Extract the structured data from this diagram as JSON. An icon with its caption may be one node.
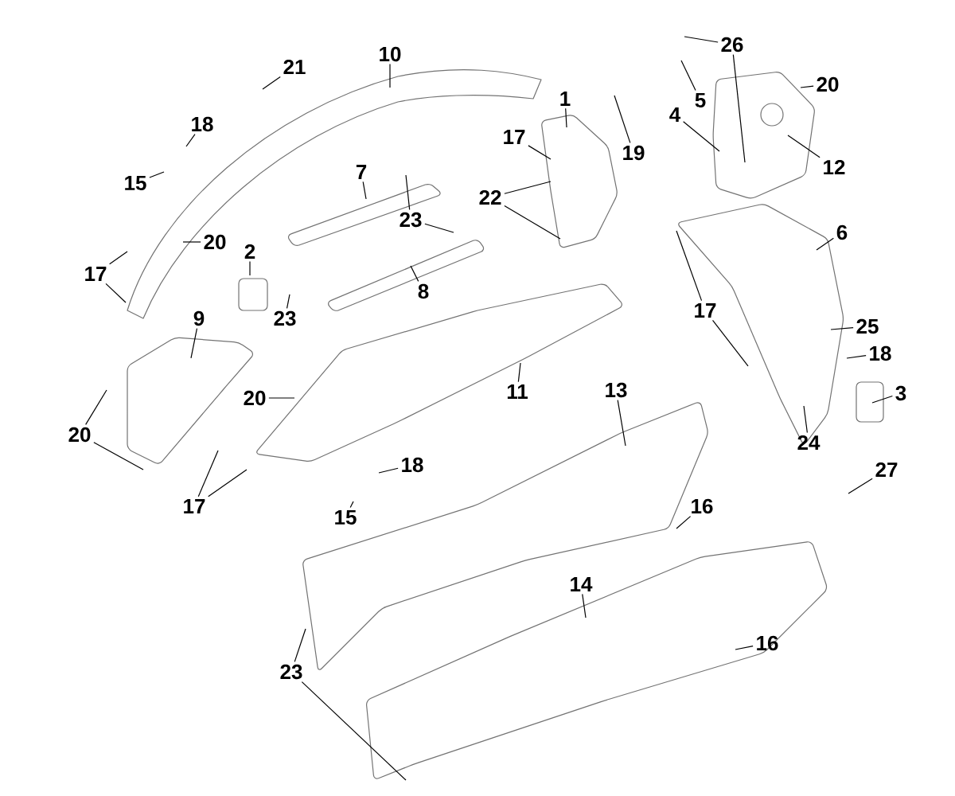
{
  "diagram": {
    "nodes": [
      {
        "text": [
          "10"
        ]
      },
      {
        "text": [
          "21"
        ]
      },
      {
        "text": [
          "26"
        ]
      },
      {
        "text": [
          "20"
        ]
      },
      {
        "text": [
          "5"
        ]
      },
      {
        "text": [
          "1"
        ]
      },
      {
        "text": [
          "4"
        ]
      },
      {
        "text": [
          "18"
        ]
      },
      {
        "text": [
          "19"
        ]
      },
      {
        "text": [
          "12"
        ]
      },
      {
        "text": [
          "7"
        ]
      },
      {
        "text": [
          "17"
        ]
      },
      {
        "text": [
          "15"
        ]
      },
      {
        "text": [
          "22"
        ]
      },
      {
        "text": [
          "23"
        ]
      },
      {
        "text": [
          "6"
        ]
      },
      {
        "text": [
          "20"
        ]
      },
      {
        "text": [
          "2"
        ]
      },
      {
        "text": [
          "17"
        ]
      },
      {
        "text": [
          "8"
        ]
      },
      {
        "text": [
          "17"
        ]
      },
      {
        "text": [
          "23"
        ]
      },
      {
        "text": [
          "9"
        ]
      },
      {
        "text": [
          "25"
        ]
      },
      {
        "text": [
          "18"
        ]
      },
      {
        "text": [
          "20"
        ]
      },
      {
        "text": [
          "11"
        ]
      },
      {
        "text": [
          "13"
        ]
      },
      {
        "text": [
          "3"
        ]
      },
      {
        "text": [
          "20"
        ]
      },
      {
        "text": [
          "24"
        ]
      },
      {
        "text": [
          "18"
        ]
      },
      {
        "text": [
          "27"
        ]
      },
      {
        "text": [
          "17"
        ]
      },
      {
        "text": [
          "16"
        ]
      },
      {
        "text": [
          "15"
        ]
      },
      {
        "text": [
          "14"
        ]
      },
      {
        "text": [
          "16"
        ]
      },
      {
        "text": [
          "23"
        ]
      }
    ],
    "edges": [
      {
        "from": 0,
        "to": null,
        "arrow": "none"
      },
      {
        "from": 1,
        "to": null,
        "arrow": "none"
      },
      {
        "from": 2,
        "to": null,
        "arrow": "none"
      },
      {
        "from": 2,
        "to": null,
        "arrow": "none"
      },
      {
        "from": 3,
        "to": null,
        "arrow": "none"
      },
      {
        "from": 4,
        "to": null,
        "arrow": "none"
      },
      {
        "from": 5,
        "to": null,
        "arrow": "none"
      },
      {
        "from": 6,
        "to": null,
        "arrow": "none"
      },
      {
        "from": 7,
        "to": null,
        "arrow": "none"
      },
      {
        "from": 8,
        "to": null,
        "arrow": "none"
      },
      {
        "from": 9,
        "to": null,
        "arrow": "none"
      },
      {
        "from": 10,
        "to": null,
        "arrow": "none"
      },
      {
        "from": 11,
        "to": null,
        "arrow": "none"
      },
      {
        "from": 12,
        "to": null,
        "arrow": "none"
      },
      {
        "from": 13,
        "to": null,
        "arrow": "none"
      },
      {
        "from": 13,
        "to": null,
        "arrow": "none"
      },
      {
        "from": 14,
        "to": null,
        "arrow": "none"
      },
      {
        "from": 14,
        "to": null,
        "arrow": "none"
      },
      {
        "from": 15,
        "to": null,
        "arrow": "none"
      },
      {
        "from": 16,
        "to": null,
        "arrow": "none"
      },
      {
        "from": 17,
        "to": null,
        "arrow": "none"
      },
      {
        "from": 18,
        "to": null,
        "arrow": "none"
      },
      {
        "from": 18,
        "to": null,
        "arrow": "none"
      },
      {
        "from": 19,
        "to": null,
        "arrow": "none"
      },
      {
        "from": 20,
        "to": null,
        "arrow": "none"
      },
      {
        "from": 20,
        "to": null,
        "arrow": "none"
      },
      {
        "from": 21,
        "to": null,
        "arrow": "none"
      },
      {
        "from": 22,
        "to": null,
        "arrow": "none"
      },
      {
        "from": 23,
        "to": null,
        "arrow": "none"
      },
      {
        "from": 24,
        "to": null,
        "arrow": "none"
      },
      {
        "from": 25,
        "to": null,
        "arrow": "none"
      },
      {
        "from": 26,
        "to": null,
        "arrow": "none"
      },
      {
        "from": 27,
        "to": null,
        "arrow": "none"
      },
      {
        "from": 28,
        "to": null,
        "arrow": "none"
      },
      {
        "from": 29,
        "to": null,
        "arrow": "none"
      },
      {
        "from": 29,
        "to": null,
        "arrow": "none"
      },
      {
        "from": 30,
        "to": null,
        "arrow": "none"
      },
      {
        "from": 31,
        "to": null,
        "arrow": "none"
      },
      {
        "from": 32,
        "to": null,
        "arrow": "none"
      },
      {
        "from": 33,
        "to": null,
        "arrow": "none"
      },
      {
        "from": 33,
        "to": null,
        "arrow": "none"
      },
      {
        "from": 34,
        "to": null,
        "arrow": "none"
      },
      {
        "from": 35,
        "to": null,
        "arrow": "none"
      },
      {
        "from": 36,
        "to": null,
        "arrow": "none"
      },
      {
        "from": 37,
        "to": null,
        "arrow": "none"
      },
      {
        "from": 38,
        "to": null,
        "arrow": "none"
      },
      {
        "from": 38,
        "to": null,
        "arrow": "none"
      }
    ]
  }
}
